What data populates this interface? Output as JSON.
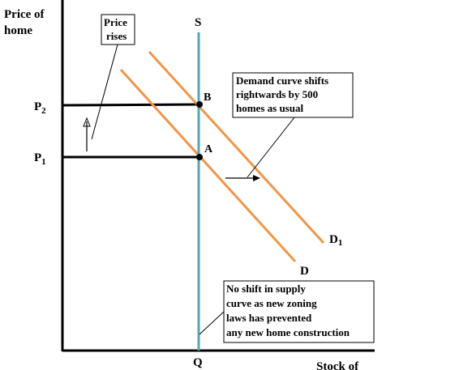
{
  "y_axis_label_line1": "Price of",
  "y_axis_label_line2": "home",
  "x_axis_label": "Stock of",
  "supply_label": "S",
  "quantity_label": "Q",
  "price_p1": {
    "main": "P",
    "sub": "1"
  },
  "price_p2": {
    "main": "P",
    "sub": "2"
  },
  "point_a": "A",
  "point_b": "B",
  "demand_label": "D",
  "demand_shifted_label": {
    "main": "D",
    "sub": "1"
  },
  "callout_price": [
    "Price",
    "rises"
  ],
  "callout_demand": [
    "Demand curve shifts",
    "rightwards by 500",
    "homes as usual"
  ],
  "callout_supply": [
    "No shift in supply",
    "curve as new zoning",
    "laws has prevented",
    "any new home construction"
  ],
  "colors": {
    "supply": "#4aabb5",
    "demand": "#f0964b",
    "lines": "#000000"
  }
}
